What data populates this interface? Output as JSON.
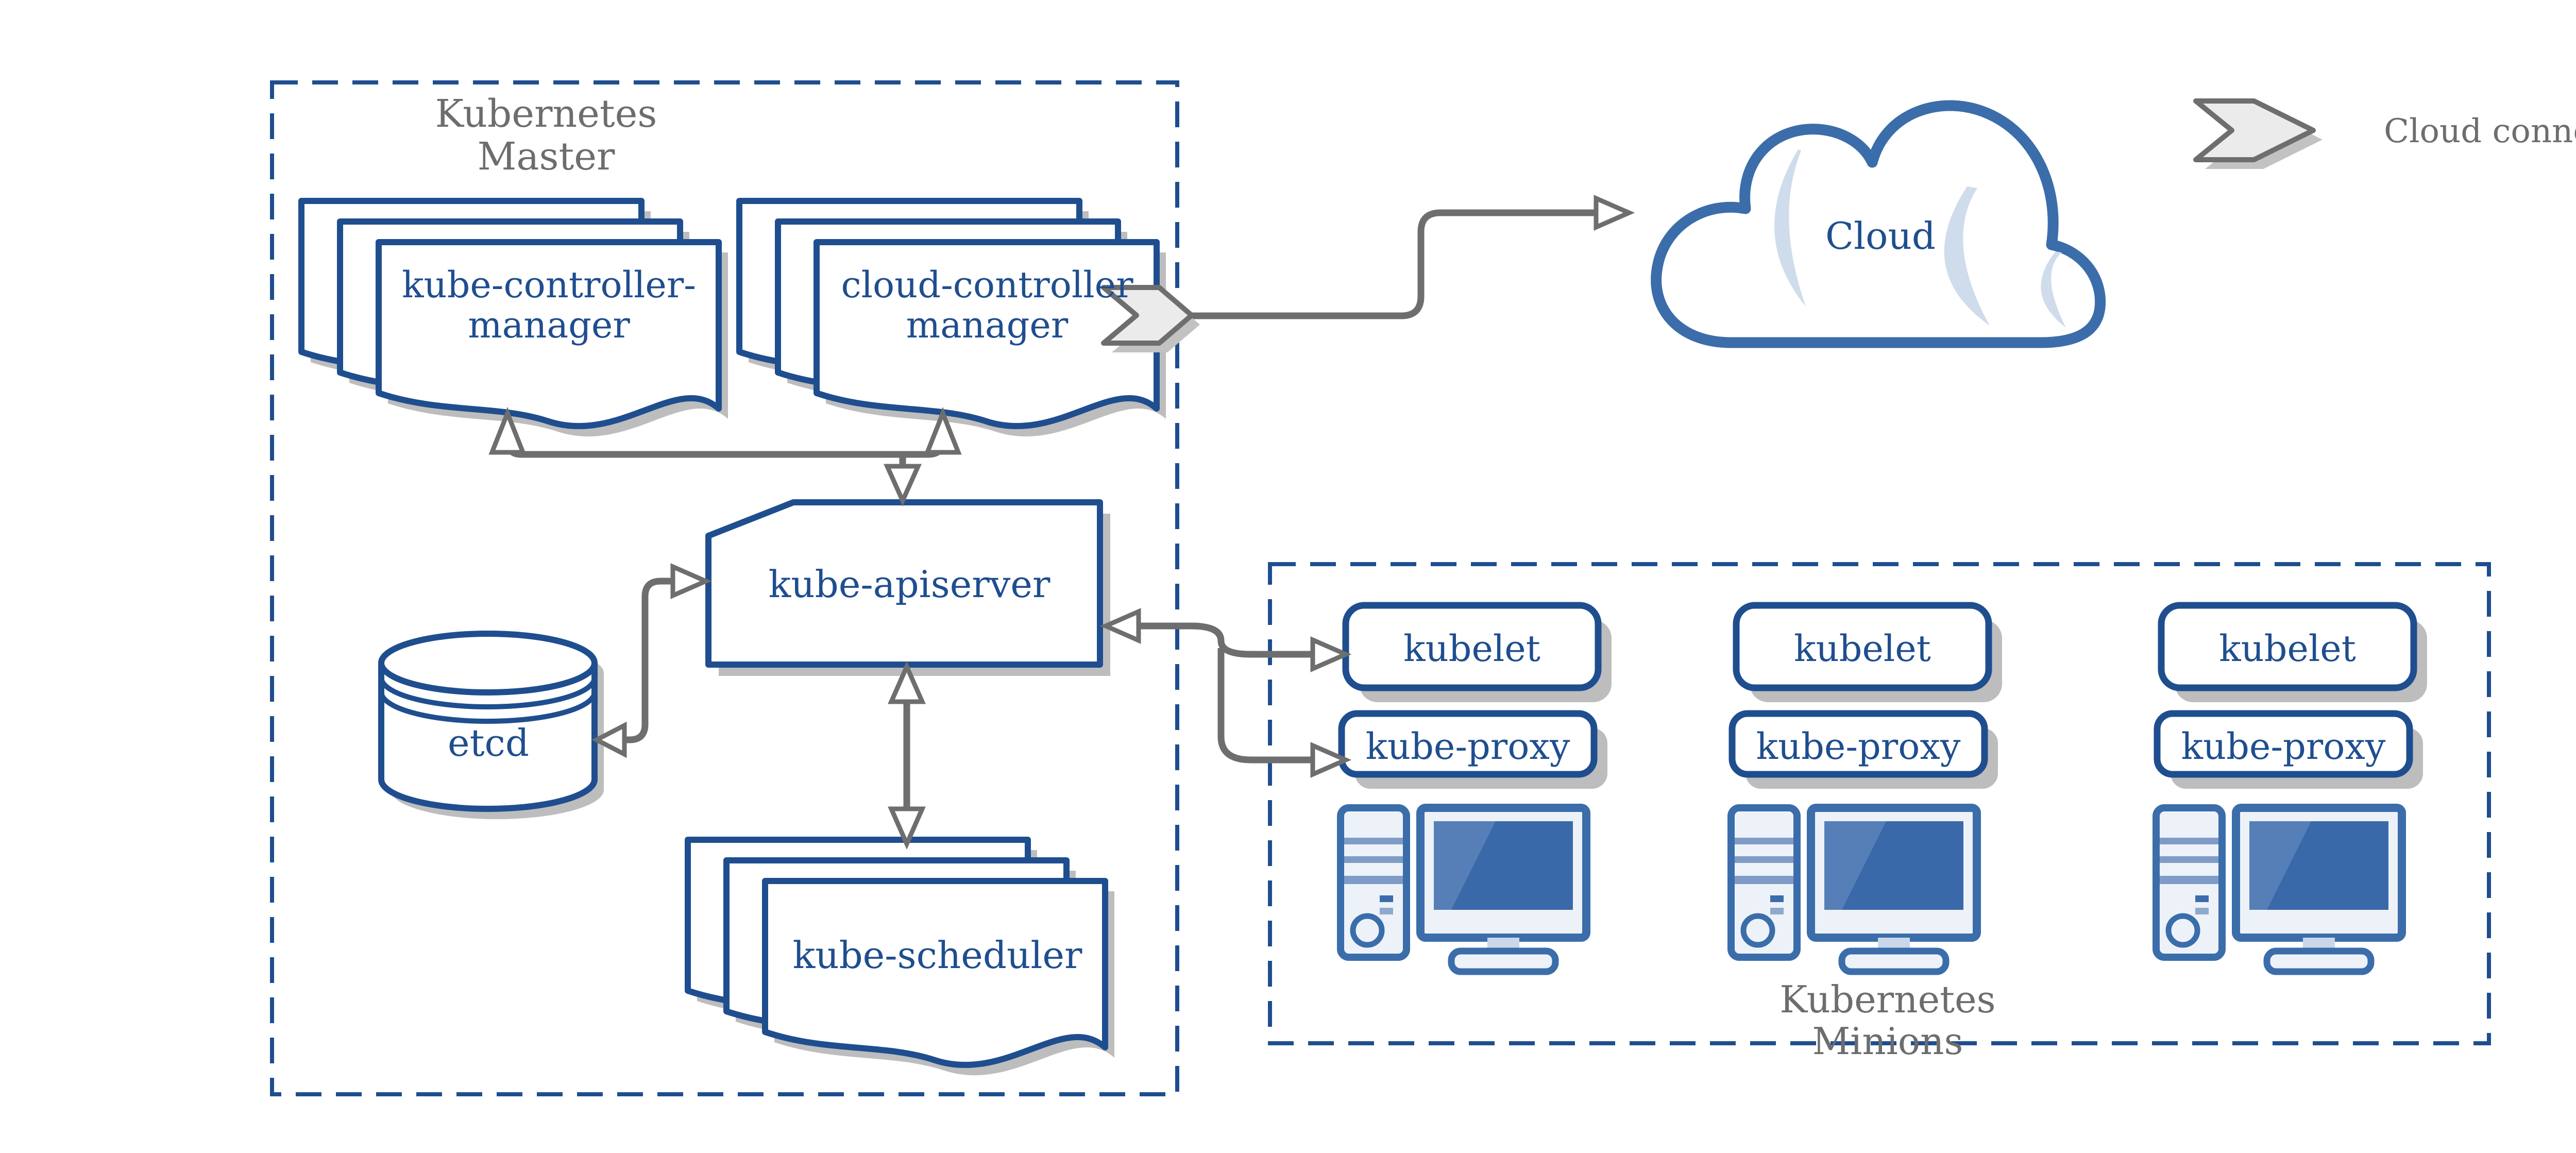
{
  "master": {
    "label": [
      "Kubernetes",
      "Master"
    ],
    "components": {
      "kube_controller_manager": [
        "kube-controller-",
        "manager"
      ],
      "cloud_controller_manager": [
        "cloud-controller",
        "manager"
      ],
      "kube_apiserver": "kube-apiserver",
      "etcd": "etcd",
      "kube_scheduler": "kube-scheduler"
    }
  },
  "cloud": {
    "label": "Cloud"
  },
  "legend": {
    "cloud_connector": "Cloud connector"
  },
  "minions": {
    "label": [
      "Kubernetes",
      "Minions"
    ],
    "nodes": [
      {
        "kubelet": "kubelet",
        "kube_proxy": "kube-proxy"
      },
      {
        "kubelet": "kubelet",
        "kube_proxy": "kube-proxy"
      },
      {
        "kubelet": "kubelet",
        "kube_proxy": "kube-proxy"
      }
    ]
  },
  "colors": {
    "shape_blue": "#1f4e8f",
    "steel_blue": "#3b6daa",
    "arrow_gray": "#6e6e6e",
    "label_gray": "#6d6d6d",
    "shadow_gray": "#bdbdbd",
    "chevron_fill": "#ebebeb",
    "accent_light_blue": "#cfdcec"
  }
}
